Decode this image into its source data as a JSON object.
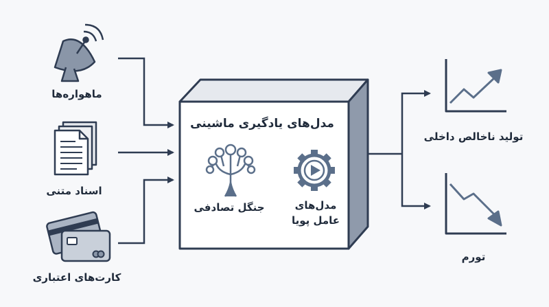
{
  "inputs": {
    "satellites": "ماهواره‌ها",
    "text_documents": "اسناد متنی",
    "credit_cards": "کارت‌های اعتباری"
  },
  "model_box": {
    "title": "مدل‌های یادگیری ماشینی",
    "random_forest": "جنگل تصادفی",
    "dynamic_factor_line1": "مدل‌های",
    "dynamic_factor_line2": "عامل پویا"
  },
  "outputs": {
    "gdp": "تولید ناخالص داخلی",
    "inflation": "تورم"
  },
  "colors": {
    "line": "#2f3c52",
    "accent": "#5b6f8a",
    "box_front": "#ffffff",
    "box_side": "#8f9aab",
    "box_top": "#e6e9ee",
    "background": "#f7f8fa"
  }
}
